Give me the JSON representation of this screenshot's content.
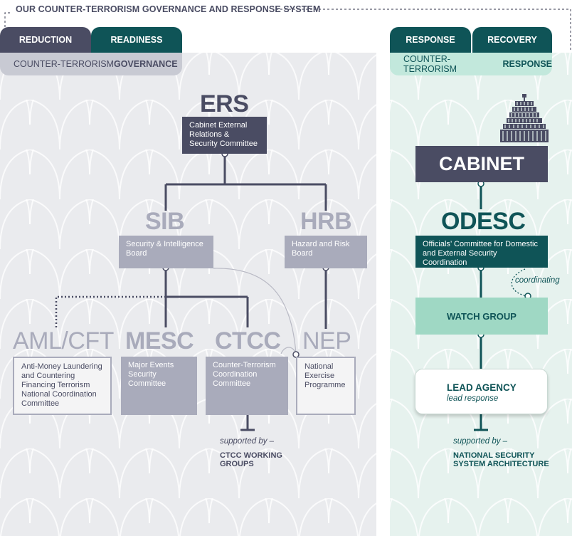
{
  "title": "OUR COUNTER-TERRORISM GOVERNANCE AND RESPONSE SYSTEM",
  "tabs": {
    "reduction": "REDUCTION",
    "readiness": "READINESS",
    "response": "RESPONSE",
    "recovery": "RECOVERY"
  },
  "governance_bar": {
    "prefix": "COUNTER-TERRORISM ",
    "bold": "GOVERNANCE"
  },
  "response_bar": {
    "prefix": "COUNTER-TERRORISM ",
    "bold": "RESPONSE"
  },
  "ers": {
    "acronym": "ERS",
    "name": "Cabinet External Relations & Security Committee"
  },
  "sib": {
    "acronym": "SIB",
    "name": "Security & Intelligence Board"
  },
  "hrb": {
    "acronym": "HRB",
    "name": "Hazard and Risk Board"
  },
  "amlcft": {
    "acronym": "AML/CFT",
    "name": "Anti-Money Laundering and Countering Financing Terrorism National Coordination Committee"
  },
  "mesc": {
    "acronym": "MESC",
    "name": "Major Events Security Committee"
  },
  "ctcc": {
    "acronym": "CTCC",
    "name": "Counter-Terrorism Coordination Committee"
  },
  "nep": {
    "acronym": "NEP",
    "name": "National Exercise Programme"
  },
  "ctcc_support": {
    "label": "supported by –",
    "value": "CTCC WORKING GROUPS"
  },
  "cabinet": {
    "label": "CABINET"
  },
  "odesc": {
    "acronym": "ODESC",
    "name": "Officials’ Committee for Domestic and External Security Coordination"
  },
  "coordinating": "coordinating",
  "watch_group": "WATCH GROUP",
  "lead_agency": {
    "title": "LEAD AGENCY",
    "subtitle": "lead response"
  },
  "nsa_support": {
    "label": "supported by –",
    "value": "NATIONAL SECURITY SYSTEM ARCHITECTURE"
  },
  "colors": {
    "slate": "#4a4c63",
    "teal": "#0f5457",
    "mint": "#9fd8c4",
    "grey_panel": "#eaebee",
    "mint_panel": "#e6f2ee",
    "mid_grey": "#a9abbb"
  }
}
